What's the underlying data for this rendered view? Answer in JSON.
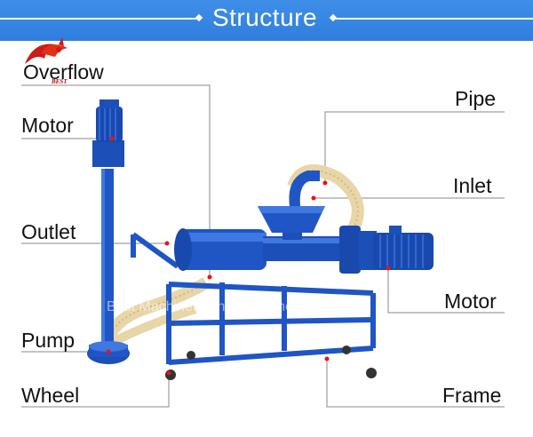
{
  "header": {
    "title": "Structure"
  },
  "logo": {
    "brand": "BEST"
  },
  "labels": {
    "overflow": "Overflow",
    "motor_left": "Motor",
    "outlet": "Outlet",
    "pump": "Pump",
    "wheel": "Wheel",
    "pipe": "Pipe",
    "inlet": "Inlet",
    "motor_right": "Motor",
    "frame": "Frame"
  },
  "watermark": "Best Machinery And Equipment",
  "colors": {
    "header": "#2f7ede",
    "machine_blue": "#1f55c4",
    "leader_line": "#888888",
    "dot": "#e11"
  }
}
